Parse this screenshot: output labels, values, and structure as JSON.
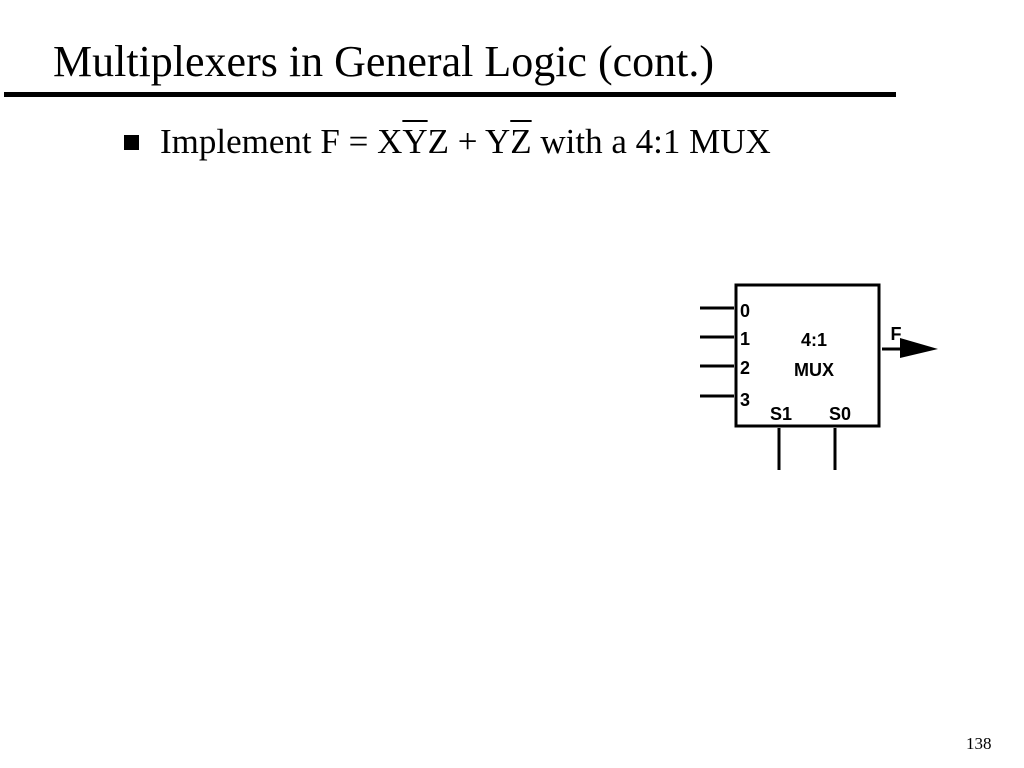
{
  "slide": {
    "title": "Multiplexers in General Logic (cont.)",
    "page_number": "138"
  },
  "bullet": {
    "prefix": "Implement F = X",
    "y_bar": "Y",
    "mid": "Z + Y",
    "z_bar": "Z",
    "suffix": " with a 4:1 MUX"
  },
  "mux": {
    "title_line1": "4:1",
    "title_line2": "MUX",
    "inputs": [
      "0",
      "1",
      "2",
      "3"
    ],
    "selects": [
      "S1",
      "S0"
    ],
    "output": "F"
  }
}
